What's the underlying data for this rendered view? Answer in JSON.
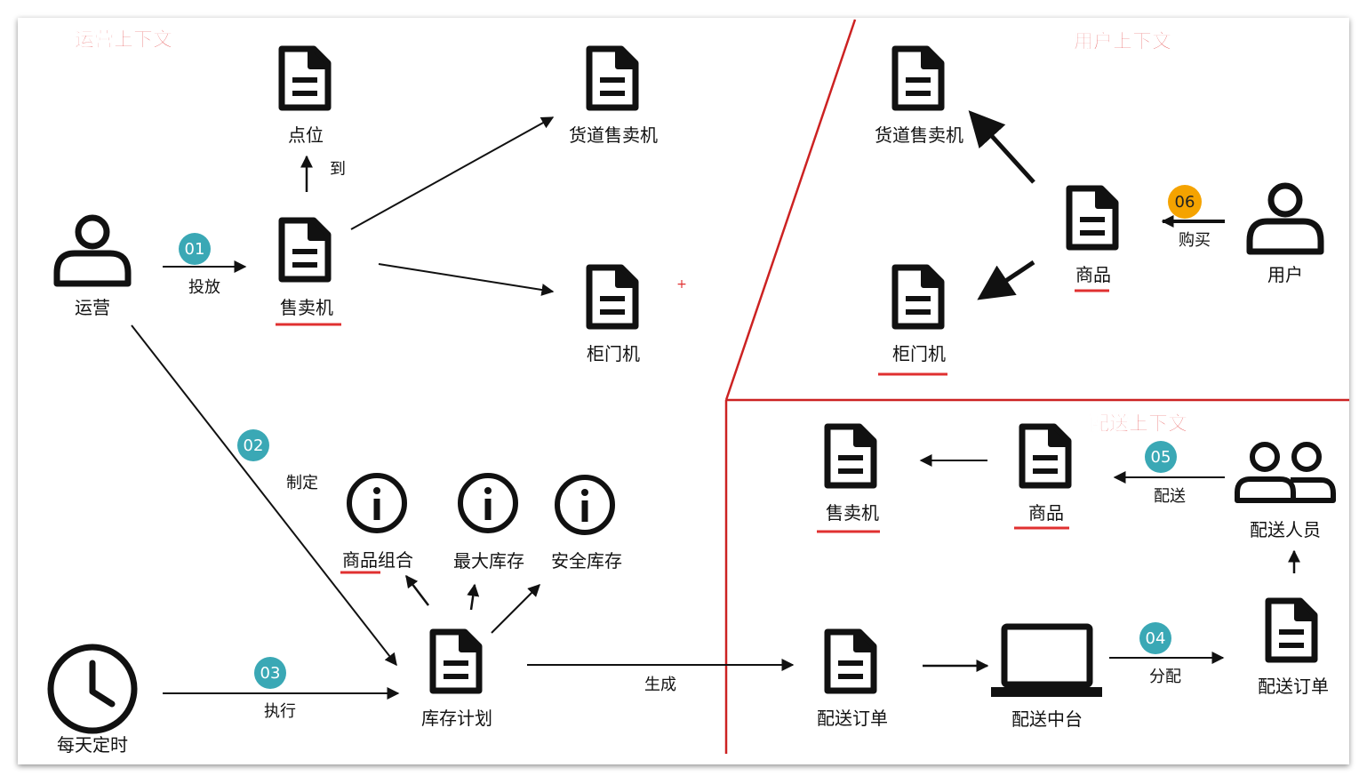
{
  "colors": {
    "context_red": "#e03030",
    "divider_red": "#cc2222",
    "badge_teal": "#3aa8b5",
    "badge_orange": "#f5a300",
    "ink": "#111111"
  },
  "contexts": {
    "operations": "运营上下文",
    "user": "用户上下文",
    "delivery": "配送上下文"
  },
  "nodes": {
    "ops_operator": "运营",
    "ops_location": "点位",
    "ops_vending": "售卖机",
    "ops_aisle_vending": "货道售卖机",
    "ops_cabinet": "柜门机",
    "ops_product_combo": "商品组合",
    "ops_max_stock": "最大库存",
    "ops_safety_stock": "安全库存",
    "ops_stock_plan": "库存计划",
    "ops_daily_timer": "每天定时",
    "user_aisle_vending": "货道售卖机",
    "user_cabinet": "柜门机",
    "user_goods": "商品",
    "user_user": "用户",
    "del_vending": "售卖机",
    "del_goods": "商品",
    "del_courier": "配送人员",
    "del_order": "配送订单",
    "del_center": "配送中台",
    "del_order2": "配送订单"
  },
  "edges": {
    "to": "到",
    "place": "投放",
    "define": "制定",
    "execute": "执行",
    "generate": "生成",
    "buy": "购买",
    "deliver": "配送",
    "assign": "分配"
  },
  "badges": {
    "b01": "01",
    "b02": "02",
    "b03": "03",
    "b04": "04",
    "b05": "05",
    "b06": "06"
  },
  "icons": {
    "document": "document-icon",
    "person": "person-icon",
    "people": "people-icon",
    "info": "info-icon",
    "clock": "clock-icon",
    "laptop": "laptop-icon"
  },
  "misc": {
    "plus_mark": "+"
  }
}
